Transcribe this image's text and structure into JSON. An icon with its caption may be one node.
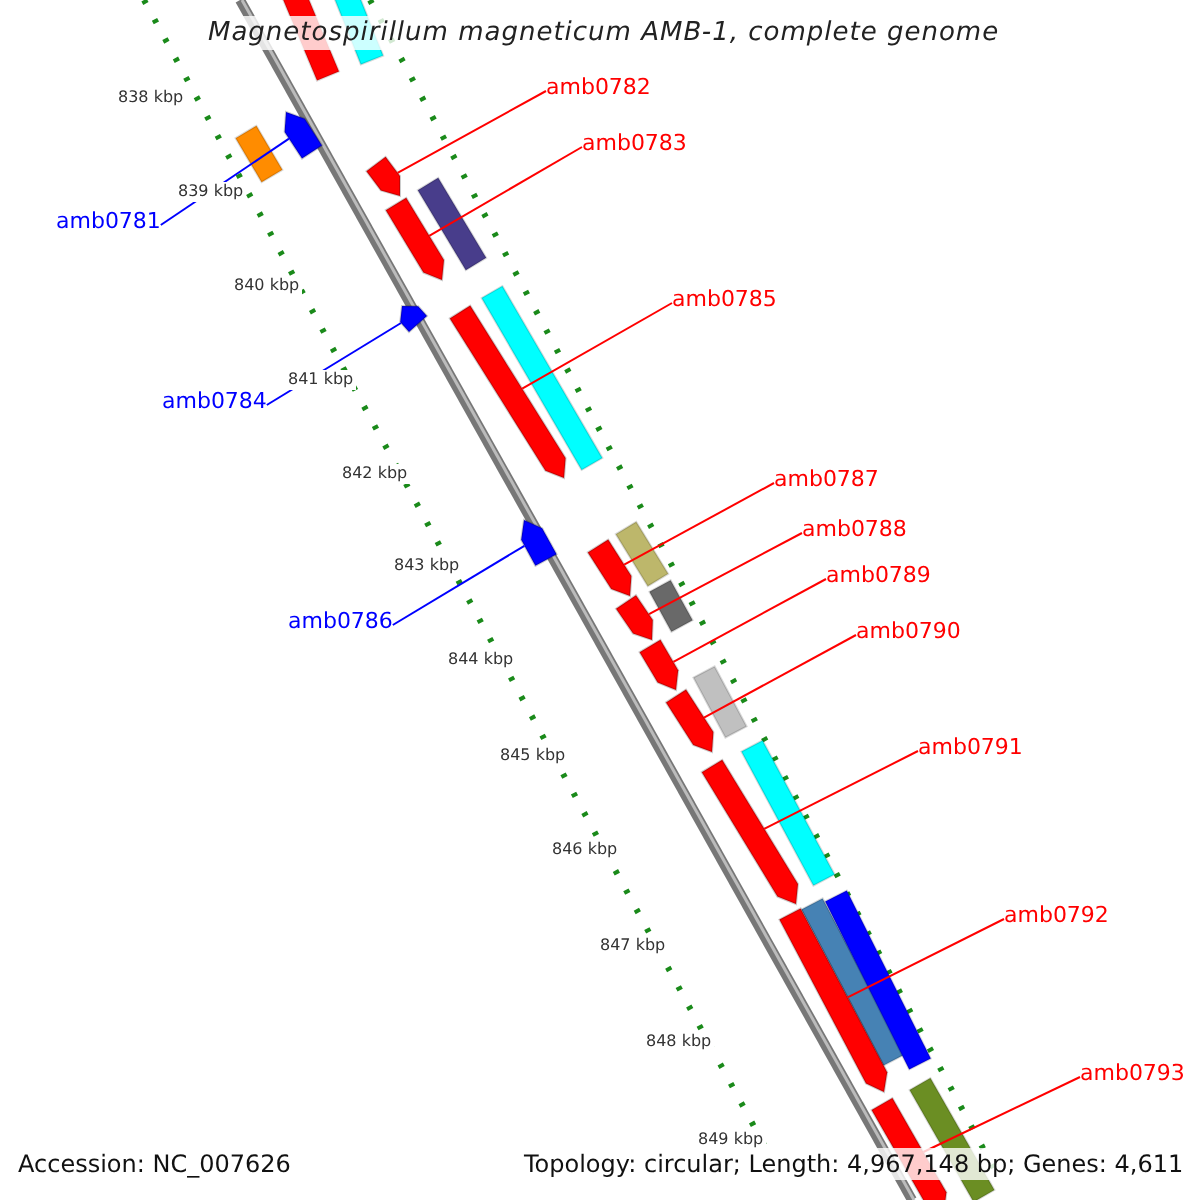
{
  "diagram": {
    "title": "Magnetospirillum magneticum AMB-1, complete genome",
    "nodes": [
      {
        "text": [
          "amb0782"
        ]
      },
      {
        "text": [
          "amb0783"
        ]
      },
      {
        "text": [
          "amb0781"
        ]
      },
      {
        "text": [
          "amb0785"
        ]
      },
      {
        "text": [
          "amb0784"
        ]
      },
      {
        "text": [
          "amb0787"
        ]
      },
      {
        "text": [
          "amb0788"
        ]
      },
      {
        "text": [
          "amb0789"
        ]
      },
      {
        "text": [
          "amb0786"
        ]
      },
      {
        "text": [
          "amb0790"
        ]
      },
      {
        "text": [
          "amb0791"
        ]
      },
      {
        "text": [
          "amb0792"
        ]
      },
      {
        "text": [
          "amb0793"
        ]
      },
      {
        "text": [],
        "shape": "arrow"
      },
      {
        "text": [],
        "shape": "arrow"
      },
      {
        "text": [],
        "shape": "arrow"
      },
      {
        "text": [],
        "shape": "arrow"
      },
      {
        "text": [],
        "shape": "arrow"
      },
      {
        "text": [],
        "shape": "arrow"
      },
      {
        "text": [],
        "shape": "arrow"
      },
      {
        "text": [],
        "shape": "arrow"
      },
      {
        "text": [],
        "shape": "arrow"
      },
      {
        "text": [],
        "shape": "arrow"
      },
      {
        "text": [],
        "shape": "arrow"
      },
      {
        "text": [],
        "shape": "arrow"
      },
      {
        "text": [],
        "shape": "arrow"
      }
    ],
    "edges": [
      {
        "from": 0,
        "to": 14,
        "arrow": "none"
      },
      {
        "from": 1,
        "to": 15,
        "arrow": "none"
      },
      {
        "from": 2,
        "to": 13,
        "arrow": "none",
        "color": "#0000ff"
      },
      {
        "from": 3,
        "to": 16,
        "arrow": "none"
      },
      {
        "from": 4,
        "to": 17,
        "arrow": "none",
        "color": "#0000ff"
      },
      {
        "from": 5,
        "to": 19,
        "arrow": "none"
      },
      {
        "from": 6,
        "to": 20,
        "arrow": "none"
      },
      {
        "from": 7,
        "to": 21,
        "arrow": "none"
      },
      {
        "from": 8,
        "to": 18,
        "arrow": "none",
        "color": "#0000ff"
      },
      {
        "from": 9,
        "to": 22,
        "arrow": "none"
      },
      {
        "from": 10,
        "to": 23,
        "arrow": "none"
      },
      {
        "from": 11,
        "to": 24,
        "arrow": "none"
      },
      {
        "from": 12,
        "to": 25,
        "arrow": "none"
      }
    ],
    "labels": [
      "838 kbp",
      "839 kbp",
      "840 kbp",
      "841 kbp",
      "842 kbp",
      "843 kbp",
      "844 kbp",
      "845 kbp",
      "846 kbp",
      "847 kbp",
      "848 kbp",
      "849 kbp",
      "Accession: NC_007626",
      "Topology: circular; Length: 4,967,148 bp; Genes: 4,611"
    ]
  }
}
